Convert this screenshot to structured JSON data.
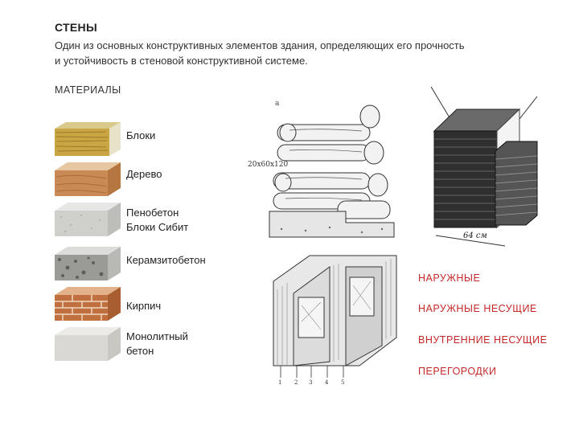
{
  "header": {
    "title": "СТЕНЫ",
    "description_line1": "Один из основных конструктивных элементов здания, определяющих его прочность",
    "description_line2": "и устойчивость в стеновой конструктивной системе."
  },
  "materials": {
    "heading": "МАТЕРИАЛЫ",
    "items": [
      {
        "label": "Блоки"
      },
      {
        "label": "Дерево"
      },
      {
        "label": "Пенобетон\nБлоки Сибит"
      },
      {
        "label": "Керамзитобетон"
      },
      {
        "label": "Кирпич"
      },
      {
        "label": "Монолитный\nбетон"
      }
    ]
  },
  "figures": {
    "log_marker": "а",
    "log_dimension": "20х60х120",
    "brick_dimension": "64 см",
    "frame_numbers": [
      "1",
      "2",
      "3",
      "4",
      "5"
    ]
  },
  "wall_types": [
    {
      "label": "НАРУЖНЫЕ"
    },
    {
      "label": "НАРУЖНЫЕ НЕСУЩИЕ"
    },
    {
      "label": "ВНУТРЕННИЕ НЕСУЩИЕ"
    },
    {
      "label": "ПЕРЕГОРОДКИ"
    }
  ],
  "colors": {
    "accent_red": "#c62828",
    "text": "#222222"
  }
}
